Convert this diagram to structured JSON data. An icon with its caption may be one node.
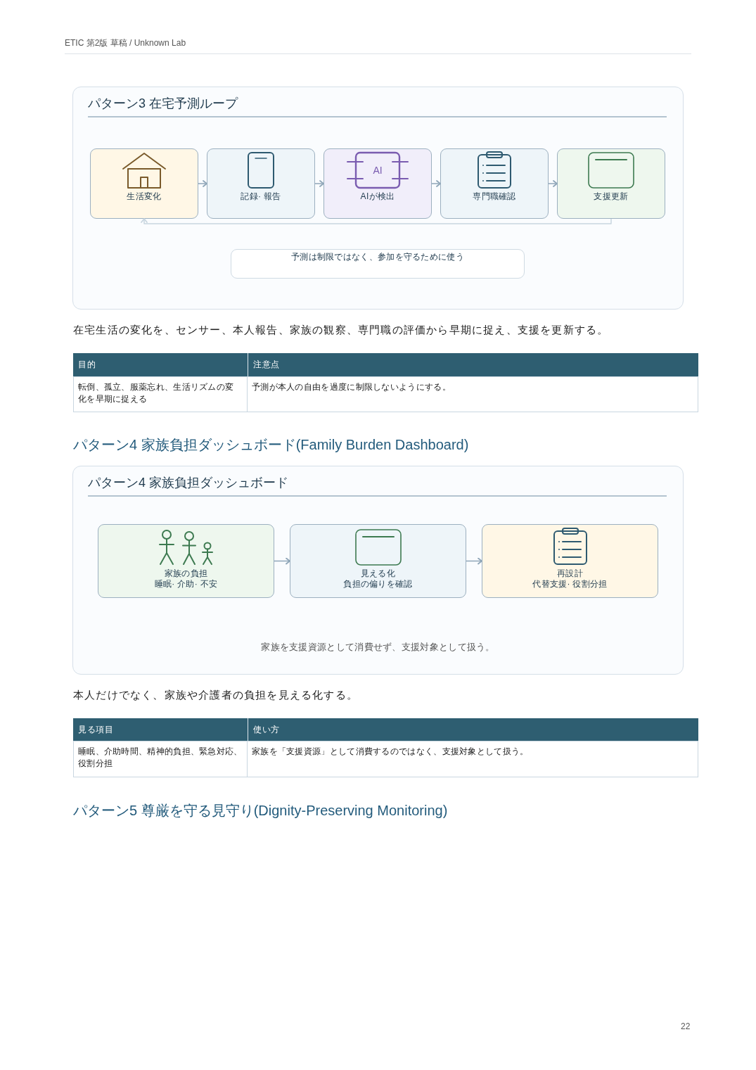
{
  "diagram": {
    "nodes": [
      {
        "text": [
          "パターン3 在宅予測ループ"
        ]
      },
      {
        "text": [
          "生活変化"
        ],
        "in": 0
      },
      {
        "text": [
          "記録· 報告"
        ],
        "in": 0
      },
      {
        "text": [
          "AI",
          "AIが検出"
        ],
        "in": 0
      },
      {
        "text": [
          "専門職確認"
        ],
        "in": 0
      },
      {
        "text": [
          "支援更新"
        ],
        "in": 0
      },
      {
        "text": [
          "予測は制限ではなく、参加を守るために使う"
        ],
        "in": 0
      },
      {
        "text": [
          "パターン4 家族負担ダッシュボード",
          "家族を支援資源として消費せず、支援対象として扱う。"
        ]
      },
      {
        "text": [
          "家族の負担",
          "睡眠· 介助· 不安"
        ],
        "in": 7
      },
      {
        "text": [
          "見える化",
          "負担の偏りを確認"
        ],
        "in": 7
      },
      {
        "text": [
          "再設計",
          "代替支援· 役割分担"
        ],
        "in": 7
      }
    ],
    "edges": [
      {
        "from": 1,
        "to": 2,
        "arrow": "to"
      },
      {
        "from": 2,
        "to": 3,
        "arrow": "to"
      },
      {
        "from": 3,
        "to": 4,
        "arrow": "to"
      },
      {
        "from": 4,
        "to": 5,
        "arrow": "to"
      },
      {
        "from": 5,
        "to": 1,
        "arrow": "to",
        "color": "#c8d5df"
      },
      {
        "from": 8,
        "to": 9,
        "arrow": "to"
      },
      {
        "from": 9,
        "to": 10,
        "arrow": "to"
      }
    ],
    "labels": [
      "ETIC 第2版 草稿 / Unknown Lab",
      "在宅生活の変化を、センサー、本人報告、家族の観察、専門職の評価から早期に捉え、支援を更新する。",
      "目的",
      "注意点",
      "転倒、孤立、服薬忘れ、生活リズムの変化を早期に捉える",
      "予測が本人の自由を過度に制限しないようにする。",
      "パターン4 家族負担ダッシュボード(Family Burden Dashboard)",
      "本人だけでなく、家族や介護者の負担を見える化する。",
      "見る項目",
      "使い方",
      "睡眠、介助時間、精神的負担、緊急対応、役割分担",
      "家族を「支援資源」として消費するのではなく、支援対象として扱う。",
      "パターン5 尊厳を守る見守り(Dignity-Preserving Monitoring)",
      "22"
    ]
  }
}
